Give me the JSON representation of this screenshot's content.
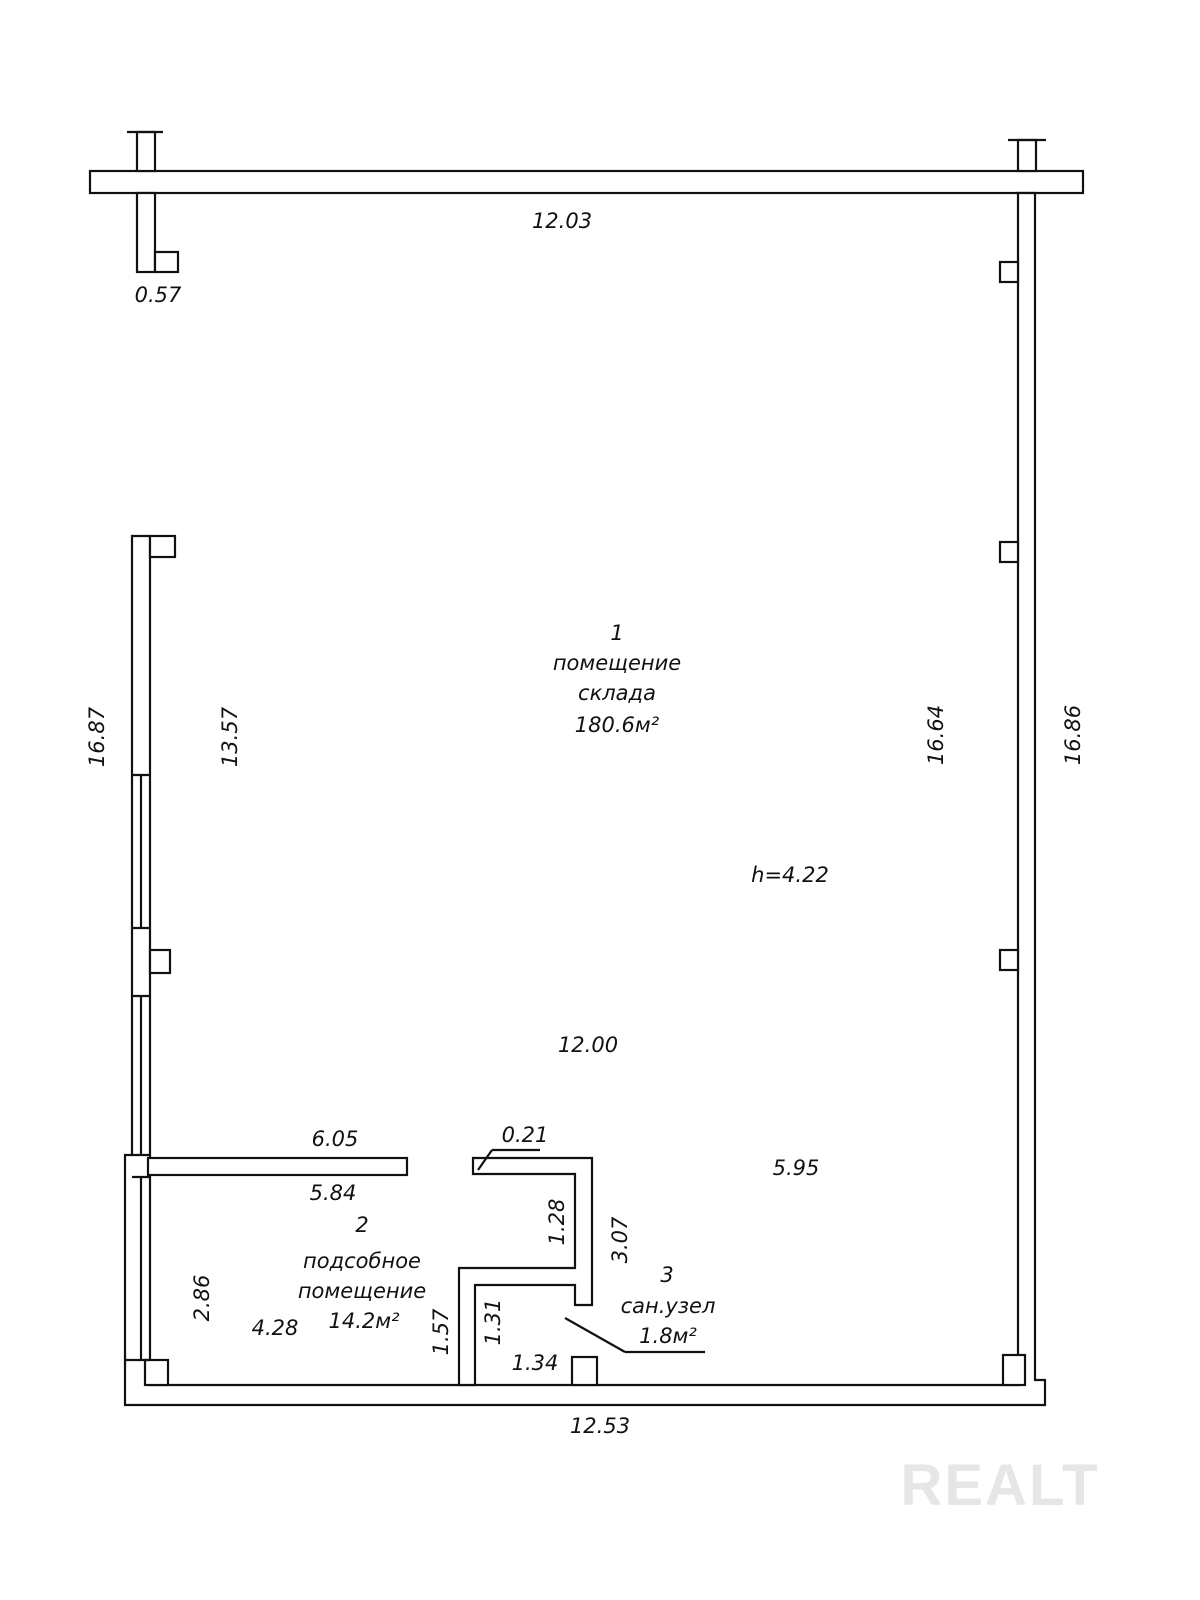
{
  "rooms": [
    {
      "number": "1",
      "name_line1": "помещение",
      "name_line2": "склада",
      "area": "180.6м²"
    },
    {
      "number": "2",
      "name_line1": "подсобное",
      "name_line2": "помещение",
      "area": "14.2м²"
    },
    {
      "number": "3",
      "name_line1": "сан.узел",
      "area": "1.8м²"
    }
  ],
  "dimensions": {
    "top_width": "12.03",
    "top_left_stub": "0.57",
    "left_outer": "16.87",
    "left_inner": "13.57",
    "right_inner": "16.64",
    "right_outer": "16.86",
    "height": "h=4.22",
    "mid_width": "12.00",
    "partition_top": "6.05",
    "partition_bottom": "5.84",
    "stub": "0.21",
    "right_section": "5.95",
    "wc_vertical_upper": "1.28",
    "wc_vertical": "3.07",
    "room2_height": "2.86",
    "room2_width": "4.28",
    "room2_right": "1.57",
    "wc_left": "1.31",
    "wc_bottom": "1.34",
    "bottom_width": "12.53"
  },
  "watermark": "REALT"
}
